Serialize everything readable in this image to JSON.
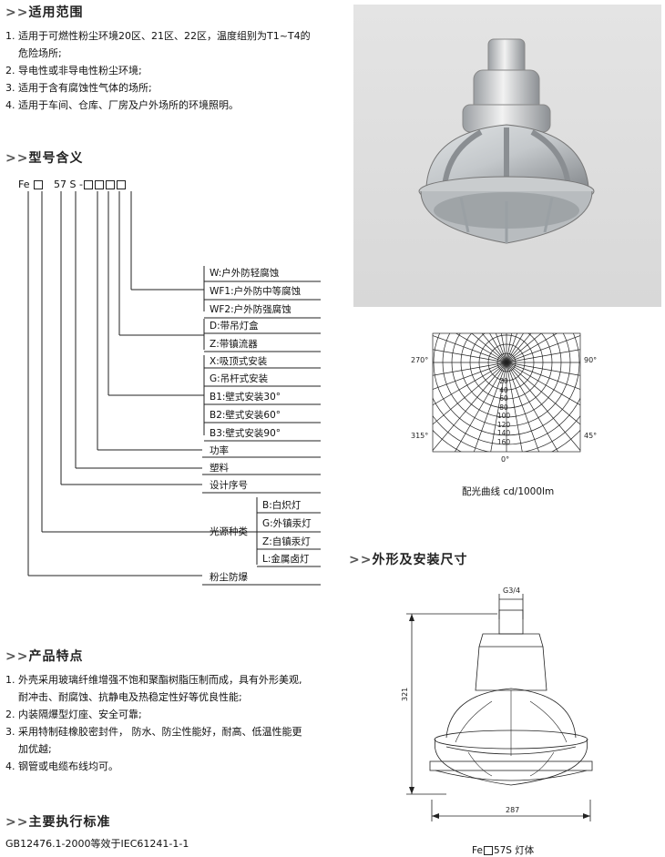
{
  "applicable_range": {
    "title": "适用范围",
    "items": [
      "1. 适用于可燃性粉尘环境20区、21区、22区，温度组别为T1~T4的",
      "危险场所;",
      "2. 导电性或非导电性粉尘环境;",
      "3. 适用于含有腐蚀性气体的场所;",
      "4. 适用于车间、仓库、厂房及户外场所的环境照明。"
    ]
  },
  "model_meaning": {
    "title": "型号含义",
    "code_prefix": "Fe",
    "code_mid": "57 S -",
    "labels": {
      "w": "W:户外防轻腐蚀",
      "wf1": "WF1:户外防中等腐蚀",
      "wf2": "WF2:户外防强腐蚀",
      "d": "D:带吊灯盒",
      "z": "Z:带镇流器",
      "x": "X:吸顶式安装",
      "g": "G:吊杆式安装",
      "b1": "B1:壁式安装30°",
      "b2": "B2:壁式安装60°",
      "b3": "B3:壁式安装90°",
      "power": "功率",
      "plastic": "塑料",
      "design_no": "设计序号",
      "light_source": "光源种类",
      "src_b": "B:白炽灯",
      "src_g": "G:外镇汞灯",
      "src_z": "Z:自镇汞灯",
      "src_l": "L:金属卤灯",
      "dust": "粉尘防爆"
    }
  },
  "features": {
    "title": "产品特点",
    "items": [
      "1. 外壳采用玻璃纤维增强不饱和聚酯树脂压制而成，具有外形美观,",
      "耐冲击、耐腐蚀、抗静电及热稳定性好等优良性能;",
      "2. 内装隔爆型灯座、安全可靠;",
      "3. 采用特制硅橡胶密封件， 防水、防尘性能好，耐高、低温性能更",
      "加优越;",
      "4. 钢管或电缆布线均可。"
    ]
  },
  "standards": {
    "title": "主要执行标准",
    "text": "GB12476.1-2000等效于IEC61241-1-1"
  },
  "polar": {
    "label_270": "270°",
    "label_90": "90°",
    "label_315": "315°",
    "label_45": "45°",
    "label_0": "0°",
    "rings": [
      "20",
      "40",
      "60",
      "80",
      "100",
      "120",
      "140",
      "160"
    ],
    "caption": "配光曲线 cd/1000lm"
  },
  "dimensions": {
    "title": "外形及安装尺寸",
    "thread": "G3/4",
    "height": "321",
    "width": "287",
    "caption_prefix": "Fe",
    "caption_suffix": "57S 灯体"
  },
  "arrows": ">>"
}
